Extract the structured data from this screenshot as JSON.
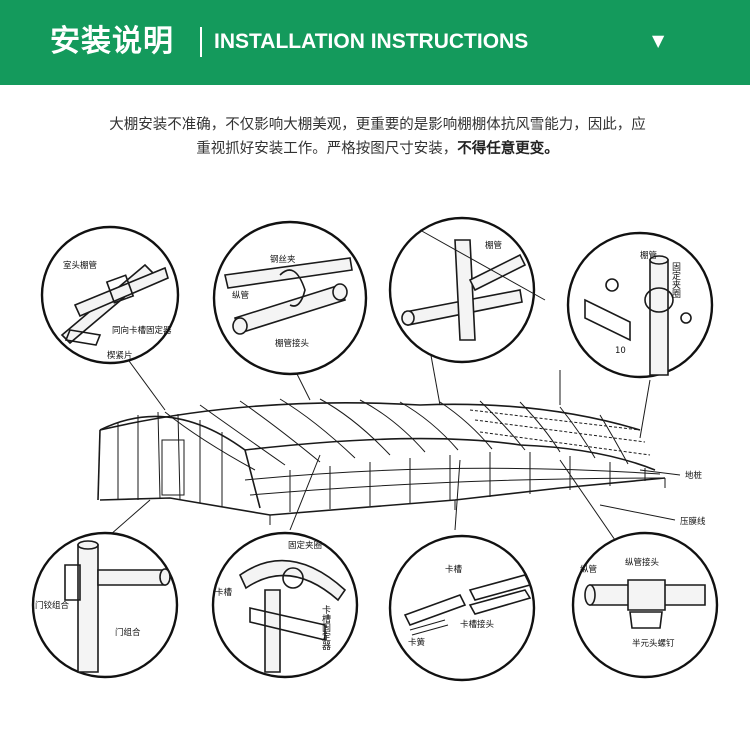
{
  "header": {
    "title_cn": "安装说明",
    "title_en": "INSTALLATION INSTRUCTIONS",
    "chevron_icon": "chevron-down-icon",
    "bg_color": "#149a5c"
  },
  "intro": {
    "line1": "大棚安装不准确，不仅影响大棚美观，更重要的是影响棚棚体抗风雪能力，因此，应",
    "line2_prefix": "重视抓好安装工作。严格按图尺寸安装，",
    "line2_bold": "不得任意更变。"
  },
  "labels": {
    "c1_a": "室头棚管",
    "c1_b": "同向卡槽固定器",
    "c1_c": "楔紧片",
    "c2_a": "钢丝夹",
    "c2_b": "纵管",
    "c2_c": "棚管接头",
    "c3_a": "棚管",
    "c4_a": "棚管",
    "c4_b": "固定夹圈",
    "c4_c": "10",
    "main_a": "地桩",
    "main_b": "压膜线",
    "c5_a": "门铰组合",
    "c5_b": "门组合",
    "c6_a": "固定夹圈",
    "c6_b": "卡槽",
    "c6_c": "卡槽固定器",
    "c7_a": "卡槽",
    "c7_b": "卡簧",
    "c7_c": "卡槽接头",
    "c8_a": "纵管接头",
    "c8_b": "纵管",
    "c8_c": "半元头螺钉"
  }
}
